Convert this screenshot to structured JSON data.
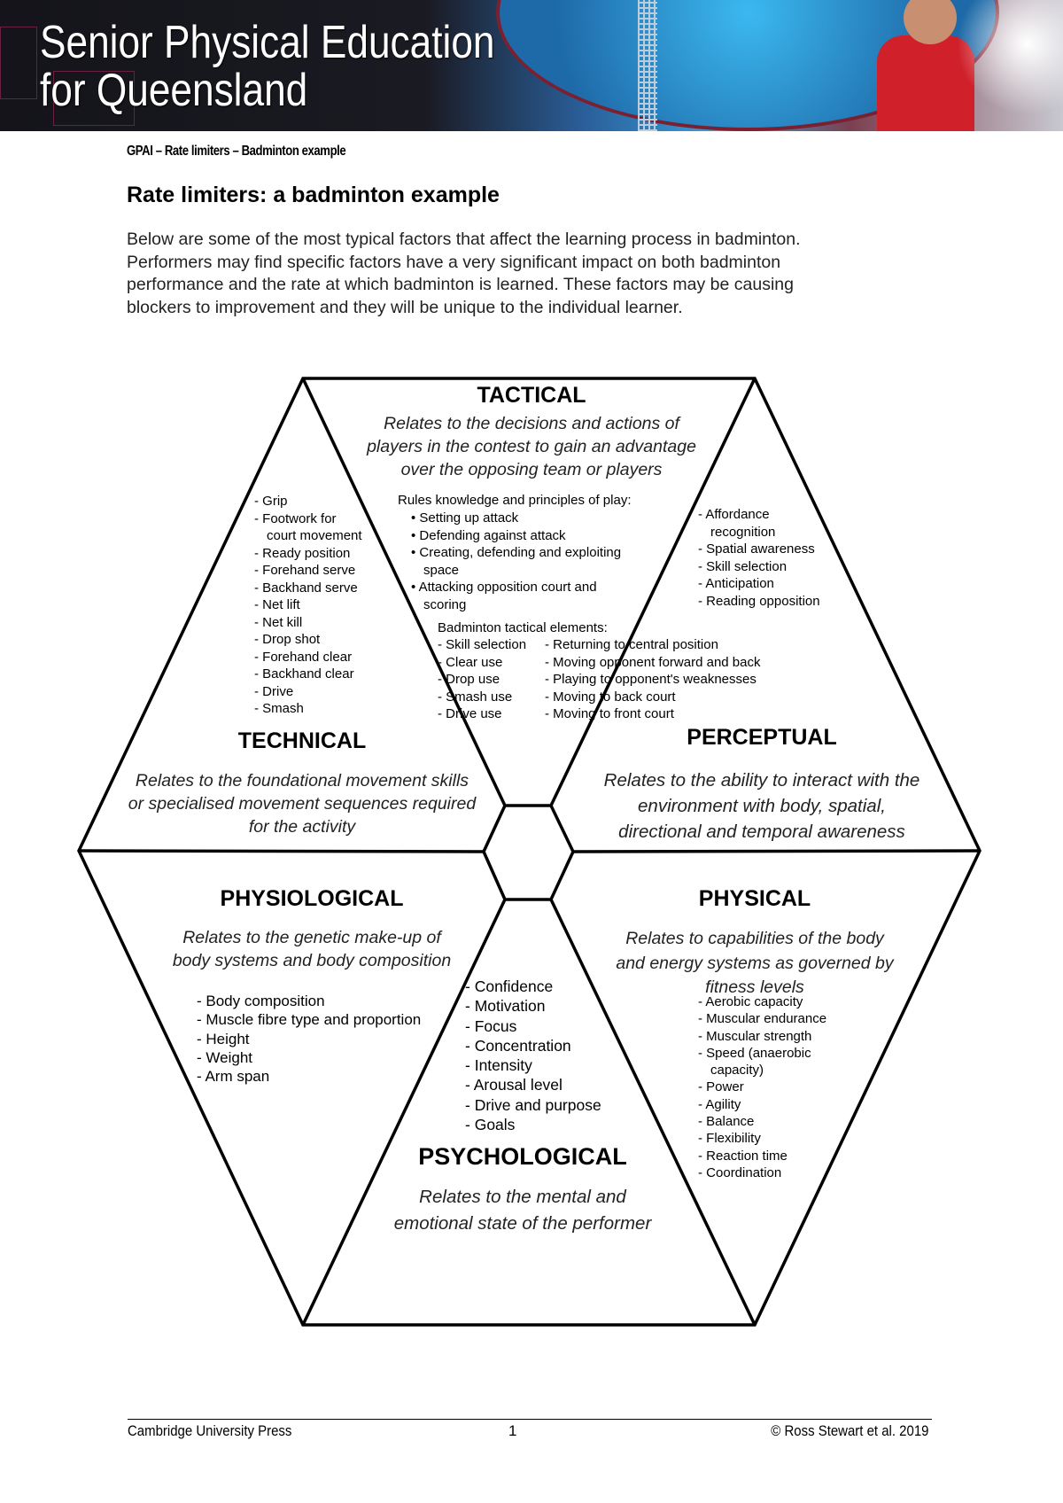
{
  "banner": {
    "title_line1": "Senior Physical Education",
    "title_line2": "for Queensland"
  },
  "doc_label": "GPAI – Rate limiters – Badminton example",
  "heading": "Rate limiters: a badminton example",
  "intro": [
    "Below are some of the most typical factors that affect the learning process in badminton.",
    "Performers may find specific factors have a very significant impact on both badminton",
    "performance and the rate at which badminton is learned. These factors may be causing",
    "blockers to improvement and they will be unique to the individual learner."
  ],
  "tactical": {
    "title": "TACTICAL",
    "desc": [
      "Relates to the decisions and actions of",
      "players in the contest to gain an advantage",
      "over the opposing team or players"
    ],
    "rules_label": "Rules knowledge and principles of play:",
    "rules": [
      "Setting up attack",
      "Defending against attack",
      "Creating, defending and exploiting",
      "space",
      "Attacking opposition court and",
      "scoring"
    ],
    "elements_label": "Badminton tactical elements:",
    "elements_col1": [
      "Skill selection",
      "Clear use",
      "Drop use",
      "Smash use",
      "Drive use"
    ],
    "elements_col2": [
      "Returning to central position",
      "Moving opponent forward and back",
      "Playing to opponent's weaknesses",
      "Moving to back court",
      "Moving to front court"
    ]
  },
  "technical": {
    "title": "TECHNICAL",
    "desc": [
      "Relates to the foundational movement skills",
      "or specialised movement sequences required",
      "for the activity"
    ],
    "items": [
      "Grip",
      "Footwork for",
      "court movement",
      "Ready position",
      "Forehand serve",
      "Backhand serve",
      "Net lift",
      "Net kill",
      "Drop shot",
      "Forehand clear",
      "Backhand clear",
      "Drive",
      "Smash"
    ]
  },
  "perceptual": {
    "title": "PERCEPTUAL",
    "desc": [
      "Relates to the ability to interact with the",
      "environment with body, spatial,",
      "directional and temporal awareness"
    ],
    "items": [
      "Affordance",
      "recognition",
      "Spatial awareness",
      "Skill selection",
      "Anticipation",
      "Reading opposition"
    ]
  },
  "physiological": {
    "title": "PHYSIOLOGICAL",
    "desc": [
      "Relates to the genetic make-up of",
      "body systems and body composition"
    ],
    "items": [
      "Body composition",
      "Muscle fibre type and proportion",
      "Height",
      "Weight",
      "Arm span"
    ]
  },
  "physical": {
    "title": "PHYSICAL",
    "desc": [
      "Relates to capabilities of the body",
      "and energy systems as governed by",
      "fitness levels"
    ],
    "items": [
      "Aerobic capacity",
      "Muscular endurance",
      "Muscular strength",
      "Speed (anaerobic",
      "capacity)",
      "Power",
      "Agility",
      "Balance",
      "Flexibility",
      "Reaction time",
      "Coordination"
    ]
  },
  "psychological": {
    "title": "PSYCHOLOGICAL",
    "desc": [
      "Relates to the mental and",
      "emotional state of the performer"
    ],
    "items": [
      "Confidence",
      "Motivation",
      "Focus",
      "Concentration",
      "Intensity",
      "Arousal level",
      "Drive and purpose",
      "Goals"
    ]
  },
  "footer": {
    "left": "Cambridge University Press",
    "page": "1",
    "right": "© Ross Stewart et al. 2019"
  }
}
